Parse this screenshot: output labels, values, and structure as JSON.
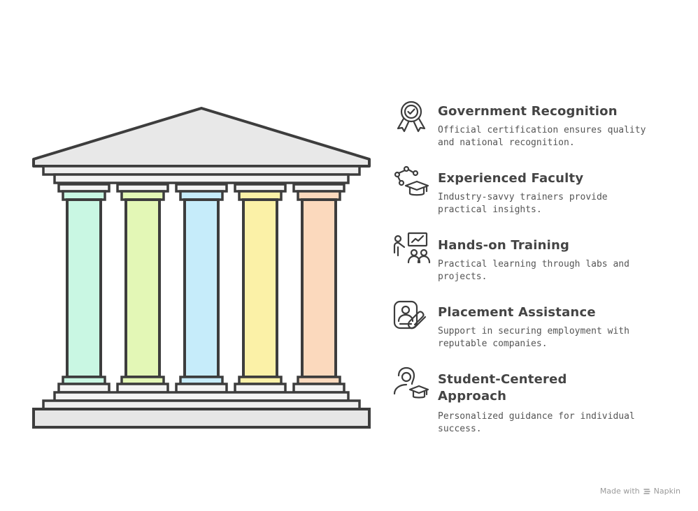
{
  "items": [
    {
      "title": "Government Recognition",
      "desc": "Official certification ensures quality and national recognition.",
      "icon": "award-ribbon-icon"
    },
    {
      "title": "Experienced Faculty",
      "desc": "Industry-savvy trainers provide practical insights.",
      "icon": "faculty-network-icon"
    },
    {
      "title": "Hands-on Training",
      "desc": "Practical learning through labs and projects.",
      "icon": "presentation-icon"
    },
    {
      "title": "Placement Assistance",
      "desc": "Support in securing employment with reputable companies.",
      "icon": "id-badge-icon"
    },
    {
      "title": "Student-Centered Approach",
      "desc": "Personalized guidance for individual success.",
      "icon": "graduate-student-icon"
    }
  ],
  "pillars": [
    {
      "color": "#c9f7e3"
    },
    {
      "color": "#e3f7b6"
    },
    {
      "color": "#c6ecfa"
    },
    {
      "color": "#fbf1a7"
    },
    {
      "color": "#fbd9bd"
    }
  ],
  "footer": {
    "prefix": "Made with",
    "brand": "Napkin"
  }
}
